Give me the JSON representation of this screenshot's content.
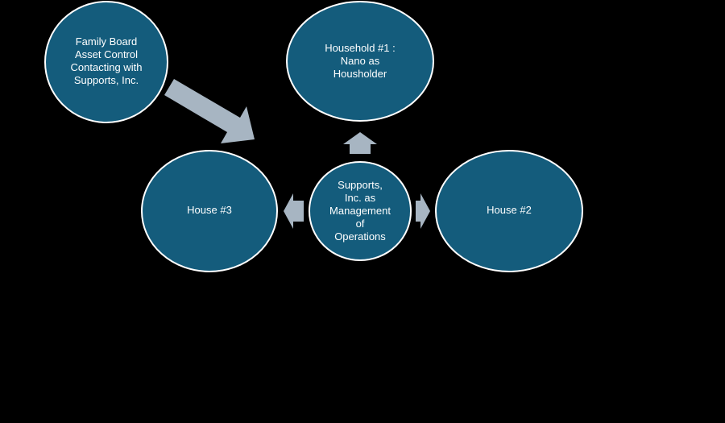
{
  "colors": {
    "background": "#000000",
    "node_fill": "#145c7c",
    "node_stroke": "#ffffff",
    "arrow_fill": "#a7b5c2",
    "text": "#ffffff"
  },
  "nodes": {
    "family_board": {
      "label": "Family Board\nAsset Control\nContacting with\nSupports, Inc."
    },
    "household_1": {
      "label": "Household #1 :\nNano as\nHousholder"
    },
    "center": {
      "label": "Supports,\nInc. as\nManagement\nof\nOperations"
    },
    "house_3": {
      "label": "House #3"
    },
    "house_2": {
      "label": "House #2"
    }
  }
}
